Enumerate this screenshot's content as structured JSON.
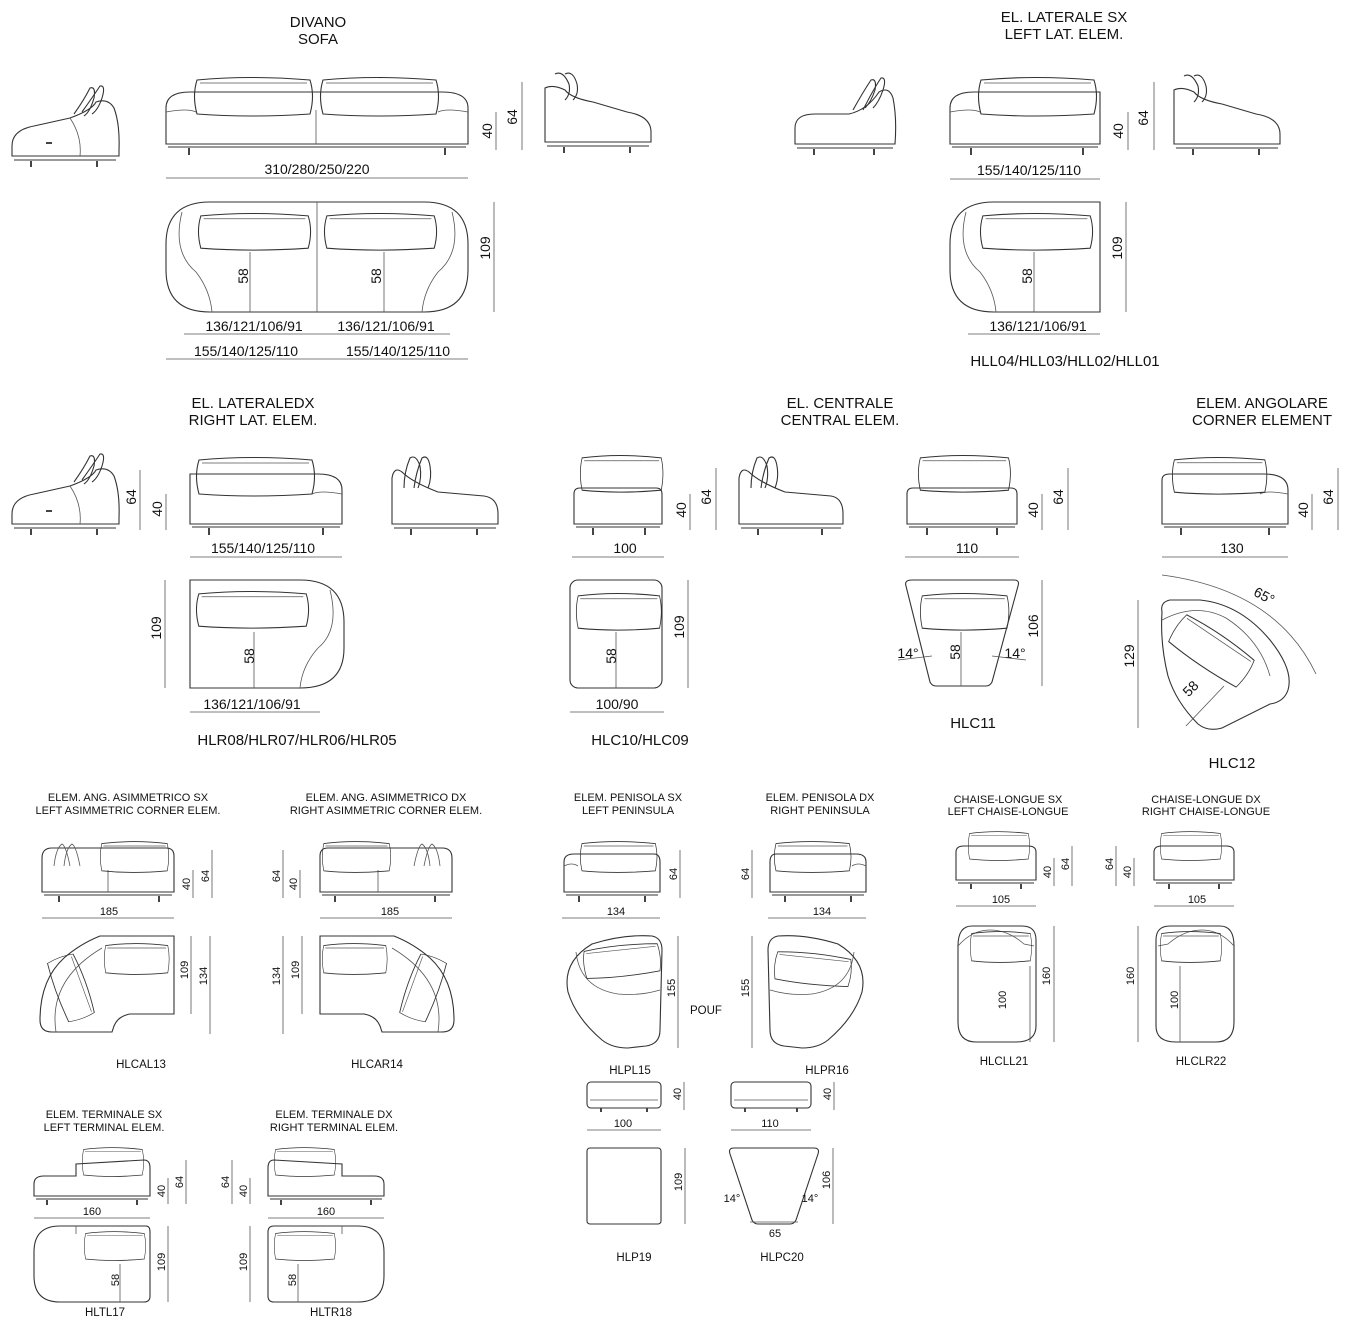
{
  "sections": {
    "sofa": {
      "title_it": "DIVANO",
      "title_en": "SOFA",
      "width": "310/280/250/220",
      "seat_h": "40",
      "total_h": "64",
      "depth": "109",
      "seat_depth": "58",
      "seat_w": "136/121/106/91",
      "module_w": "155/140/125/110"
    },
    "left_lat": {
      "title_it": "EL. LATERALE SX",
      "title_en": "LEFT LAT. ELEM.",
      "width": "155/140/125/110",
      "seat_h": "40",
      "total_h": "64",
      "depth": "109",
      "seat_depth": "58",
      "seat_w": "136/121/106/91",
      "code": "HLL04/HLL03/HLL02/HLL01"
    },
    "right_lat": {
      "title_it": "EL. LATERALEDX",
      "title_en": "RIGHT LAT. ELEM.",
      "width": "155/140/125/110",
      "seat_h": "40",
      "total_h": "64",
      "depth": "109",
      "seat_depth": "58",
      "seat_w": "136/121/106/91",
      "code": "HLR08/HLR07/HLR06/HLR05"
    },
    "central": {
      "title_it": "EL. CENTRALE",
      "title_en": "CENTRAL ELEM.",
      "width_a": "100",
      "width_b": "110",
      "seat_h": "40",
      "total_h": "64",
      "depth_a": "109",
      "depth_b": "106",
      "seat_depth": "58",
      "plan_w": "100/90",
      "angle": "14°",
      "code_a": "HLC10/HLC09",
      "code_b": "HLC11"
    },
    "corner": {
      "title_it": "ELEM. ANGOLARE",
      "title_en": "CORNER ELEMENT",
      "width": "130",
      "seat_h": "40",
      "total_h": "64",
      "depth": "129",
      "seat_depth": "58",
      "angle": "65°",
      "code": "HLC12"
    },
    "asym_sx": {
      "title_it": "ELEM. ANG. ASIMMETRICO SX",
      "title_en": "LEFT ASIMMETRIC CORNER ELEM.",
      "width": "185",
      "seat_h": "40",
      "total_h": "64",
      "depth_a": "109",
      "depth_b": "134",
      "code": "HLCAL13"
    },
    "asym_dx": {
      "title_it": "ELEM. ANG. ASIMMETRICO DX",
      "title_en": "RIGHT ASIMMETRIC CORNER ELEM.",
      "width": "185",
      "seat_h": "40",
      "total_h": "64",
      "depth_a": "109",
      "depth_b": "134",
      "code": "HLCAR14"
    },
    "pen_sx": {
      "title_it": "ELEM. PENISOLA SX",
      "title_en": "LEFT PENINSULA",
      "width": "134",
      "total_h": "64",
      "depth": "155",
      "code": "HLPL15"
    },
    "pen_dx": {
      "title_it": "ELEM. PENISOLA DX",
      "title_en": "RIGHT PENINSULA",
      "width": "134",
      "total_h": "64",
      "depth": "155",
      "code": "HLPR16"
    },
    "pouf": {
      "label": "POUF",
      "height": "40",
      "w_a": "100",
      "w_b": "110",
      "d_a": "109",
      "d_b": "106",
      "angle": "14°",
      "front": "65",
      "code_a": "HLP19",
      "code_b": "HLPC20"
    },
    "chaise_sx": {
      "title_it": "CHAISE-LONGUE SX",
      "title_en": "LEFT CHAISE-LONGUE",
      "width": "105",
      "seat_h": "40",
      "total_h": "64",
      "depth": "160",
      "inner": "100",
      "code": "HLCLL21"
    },
    "chaise_dx": {
      "title_it": "CHAISE-LONGUE DX",
      "title_en": "RIGHT CHAISE-LONGUE",
      "width": "105",
      "seat_h": "40",
      "total_h": "64",
      "depth": "160",
      "inner": "100",
      "code": "HLCLR22"
    },
    "term_sx": {
      "title_it": "ELEM. TERMINALE SX",
      "title_en": "LEFT TERMINAL ELEM.",
      "width": "160",
      "seat_h": "40",
      "total_h": "64",
      "depth": "109",
      "seat_depth": "58",
      "code": "HLTL17"
    },
    "term_dx": {
      "title_it": "ELEM. TERMINALE DX",
      "title_en": "RIGHT TERMINAL ELEM.",
      "width": "160",
      "seat_h": "40",
      "total_h": "64",
      "depth": "109",
      "seat_depth": "58",
      "code": "HLTR18"
    }
  },
  "icons": {
    "cushion": "cushion-icon",
    "foot": "foot-icon"
  },
  "colors": {
    "line": "#333333",
    "text": "#111111"
  }
}
